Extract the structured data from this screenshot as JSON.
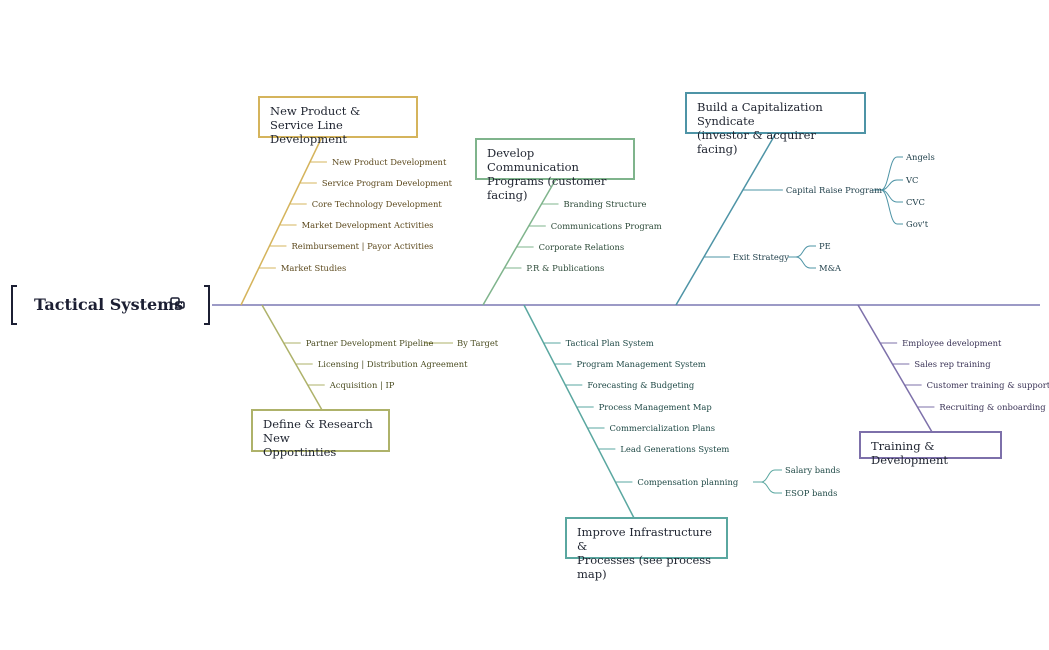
{
  "title": "Tactical Systems",
  "icons": {
    "title_icon": "linked-copy-icon"
  },
  "colors": {
    "spine": "#7b78b4",
    "product": "#d5b45c",
    "communication": "#7fb48c",
    "capitalization": "#4e94a6",
    "research": "#aeb26a",
    "infrastructure": "#5aa7a0",
    "training": "#7d70aa",
    "title": "#1c1f33"
  },
  "categories": {
    "product": {
      "label": "New Product & Service Line\nDevelopment",
      "items": [
        "New Product Development",
        "Service Program Development",
        "Core Technology Development",
        "Market Development Activities",
        "Reimbursement | Payor Activities",
        "Market Studies"
      ]
    },
    "communication": {
      "label": "Develop Communication\nPrograms (customer facing)",
      "items": [
        "Branding Structure",
        "Communications Program",
        "Corporate Relations",
        "P.R & Publications"
      ]
    },
    "capitalization": {
      "label": "Build a Capitalization Syndicate\n(investor & acquirer facing)",
      "items": [
        {
          "label": "Capital Raise Program",
          "children": [
            "Angels",
            "VC",
            "CVC",
            "Gov't"
          ]
        },
        {
          "label": "Exit Strategy",
          "children": [
            "PE",
            "M&A"
          ]
        }
      ]
    },
    "research": {
      "label": "Define & Research New\nOpportinties",
      "items": [
        {
          "label": "Partner Development Pipeline",
          "children": [
            "By Target"
          ]
        },
        "Licensing | Distribution Agreement",
        "Acquisition | IP"
      ]
    },
    "infrastructure": {
      "label": "Improve Infrastructure &\nProcesses (see process map)",
      "items": [
        "Tactical Plan System",
        "Program Management System",
        "Forecasting & Budgeting",
        "Process Management Map",
        "Commercialization Plans",
        "Lead Generations System",
        {
          "label": "Compensation planning",
          "children": [
            "Salary bands",
            "ESOP bands"
          ]
        }
      ]
    },
    "training": {
      "label": "Training & Development",
      "items": [
        "Employee development",
        "Sales rep training",
        "Customer training & support",
        "Recruiting & onboarding"
      ]
    }
  }
}
